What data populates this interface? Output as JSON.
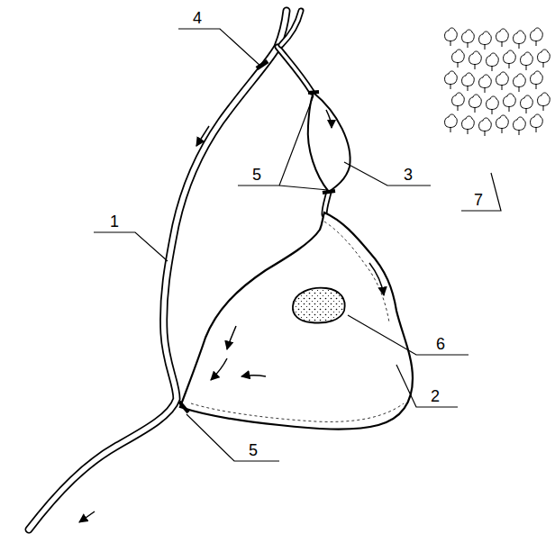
{
  "diagram": {
    "labels": [
      "1",
      "2",
      "3",
      "4",
      "5",
      "5",
      "6",
      "7"
    ]
  }
}
